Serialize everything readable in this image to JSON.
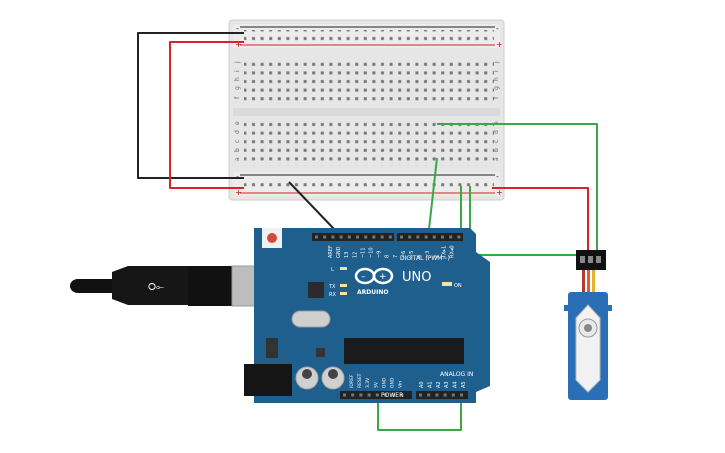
{
  "breadboard": {
    "rail_plus": "+",
    "rail_minus": "-",
    "row_letters_top": [
      "j",
      "i",
      "h",
      "g",
      "f"
    ],
    "row_letters_bottom": [
      "e",
      "d",
      "c",
      "b",
      "a"
    ],
    "column_count": 30
  },
  "arduino": {
    "model": "UNO",
    "brand": "ARDUINO",
    "digital_label": "DIGITAL (PWM~)",
    "power_label": "POWER",
    "analog_label": "ANALOG IN",
    "led_l": "L",
    "led_tx": "TX",
    "led_rx": "RX",
    "led_on": "ON",
    "header_pins_top": [
      "AREF",
      "GND",
      "13",
      "12",
      "~11",
      "~10",
      "~9",
      "8",
      "7",
      "~6",
      "~5",
      "4",
      "~3",
      "2",
      "TX▸1",
      "RX◂0"
    ],
    "header_pins_power": [
      "IOREF",
      "RESET",
      "3.3V",
      "5V",
      "GND",
      "GND",
      "Vin"
    ],
    "header_pins_analog": [
      "A0",
      "A1",
      "A2",
      "A3",
      "A4",
      "A5"
    ]
  },
  "servo": {
    "name": "micro servo"
  },
  "usb": {
    "name": "usb cable"
  },
  "colors": {
    "board_blue": "#1f5f8e",
    "wire_black": "#222222",
    "wire_red": "#d9232a",
    "wire_green": "#3aa845",
    "breadboard": "#e9e9e9",
    "servo_blue": "#2a6fb5"
  }
}
